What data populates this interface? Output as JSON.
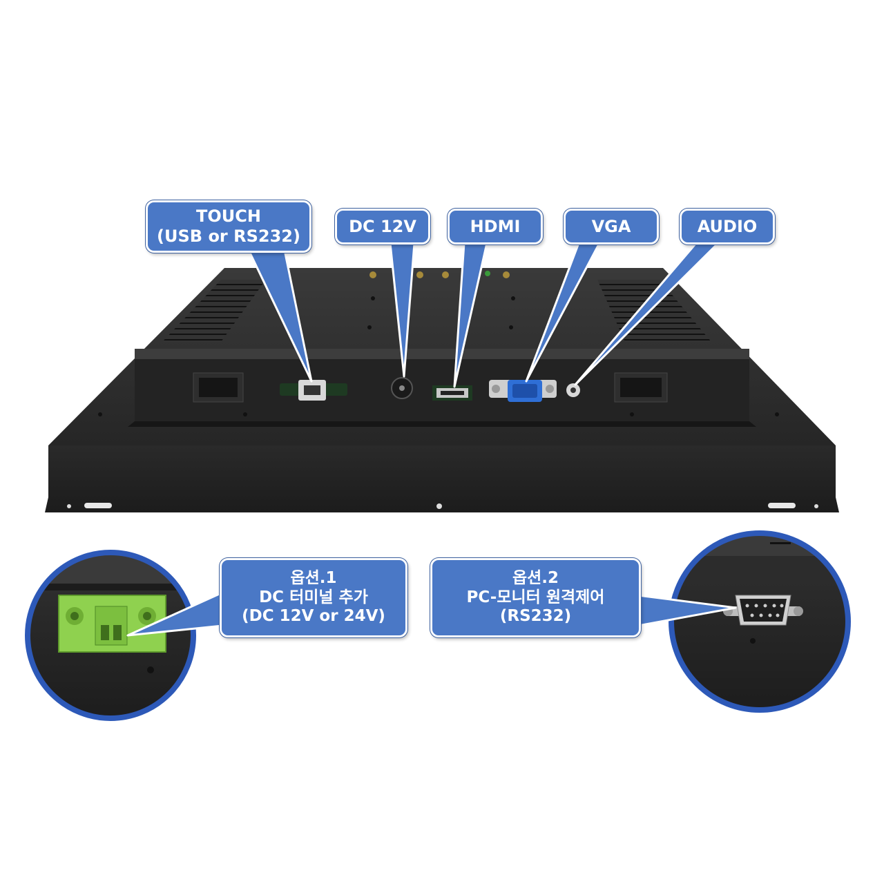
{
  "ports": {
    "touch": {
      "line1": "TOUCH",
      "line2": "(USB or RS232)"
    },
    "dc12v": "DC 12V",
    "hdmi": "HDMI",
    "vga": "VGA",
    "audio": "AUDIO"
  },
  "option1": {
    "line1": "옵션.1",
    "line2": "DC 터미널 추가",
    "line3": "(DC 12V or 24V)"
  },
  "option2": {
    "line1": "옵션.2",
    "line2": "PC-모니터 원격제어",
    "line3": "(RS232)"
  },
  "colors": {
    "label_bg": "#4a78c6",
    "chassis": "#2b2b2b",
    "terminal_green": "#8fd14f",
    "vga_blue": "#2f6fd6"
  }
}
